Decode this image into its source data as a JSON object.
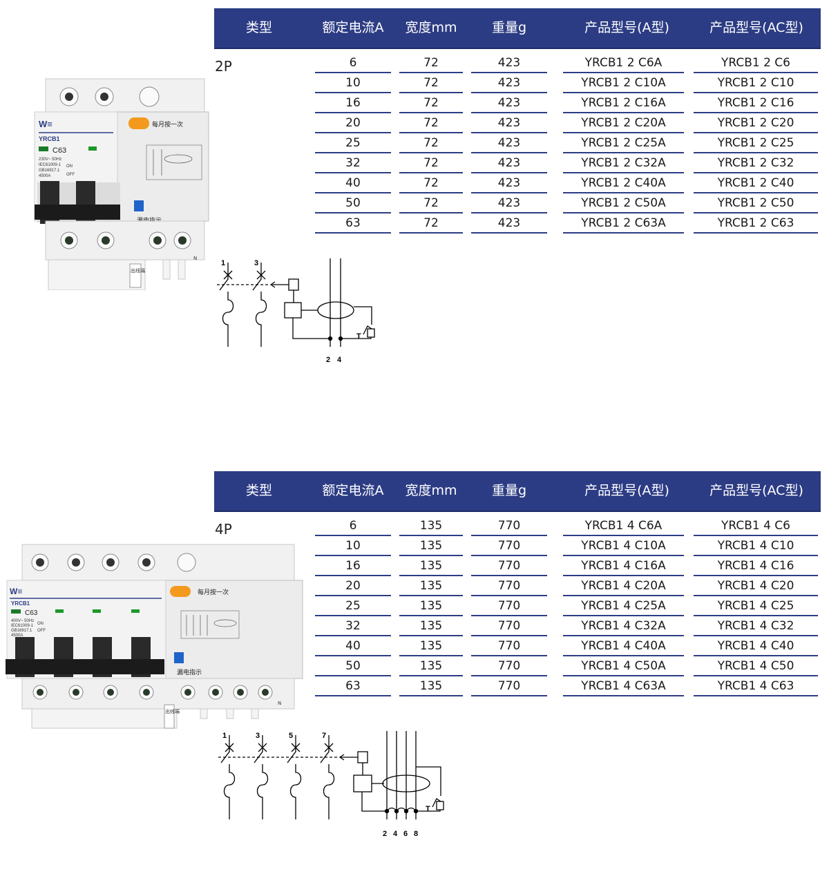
{
  "sections": [
    {
      "id": "2p",
      "pole": "2P",
      "headers": [
        "类型",
        "额定电流A",
        "宽度mm",
        "重量g",
        "产品型号(A型)",
        "产品型号(AC型)"
      ],
      "rows": [
        {
          "current": "6",
          "width": "72",
          "weight": "423",
          "model_a": "YRCB1 2  C6A",
          "model_ac": "YRCB1 2  C6"
        },
        {
          "current": "10",
          "width": "72",
          "weight": "423",
          "model_a": "YRCB1 2  C10A",
          "model_ac": "YRCB1 2  C10"
        },
        {
          "current": "16",
          "width": "72",
          "weight": "423",
          "model_a": "YRCB1 2  C16A",
          "model_ac": "YRCB1 2  C16"
        },
        {
          "current": "20",
          "width": "72",
          "weight": "423",
          "model_a": "YRCB1 2  C20A",
          "model_ac": "YRCB1 2  C20"
        },
        {
          "current": "25",
          "width": "72",
          "weight": "423",
          "model_a": "YRCB1 2  C25A",
          "model_ac": "YRCB1 2  C25"
        },
        {
          "current": "32",
          "width": "72",
          "weight": "423",
          "model_a": "YRCB1 2  C32A",
          "model_ac": "YRCB1 2  C32"
        },
        {
          "current": "40",
          "width": "72",
          "weight": "423",
          "model_a": "YRCB1 2  C40A",
          "model_ac": "YRCB1 2  C40"
        },
        {
          "current": "50",
          "width": "72",
          "weight": "423",
          "model_a": "YRCB1 2  C50A",
          "model_ac": "YRCB1 2  C50"
        },
        {
          "current": "63",
          "width": "72",
          "weight": "423",
          "model_a": "YRCB1 2  C63A",
          "model_ac": "YRCB1 2  C63"
        }
      ],
      "device": {
        "brand": "YRCB1",
        "rating": "C63",
        "spec_lines": [
          "230V~ 50Hz",
          "IEC61009-1",
          "GB16917.1",
          "4500A"
        ],
        "on": "ON",
        "off": "OFF",
        "test_note": "每月按一次",
        "leak_note": "漏电指示",
        "out_label": "出线端",
        "n_label": "N"
      },
      "diagram_terminals_top": [
        "1",
        "3"
      ],
      "diagram_terminals_bottom": [
        "2",
        "4"
      ],
      "test_label": "T"
    },
    {
      "id": "4p",
      "pole": "4P",
      "headers": [
        "类型",
        "额定电流A",
        "宽度mm",
        "重量g",
        "产品型号(A型)",
        "产品型号(AC型)"
      ],
      "rows": [
        {
          "current": "6",
          "width": "135",
          "weight": "770",
          "model_a": "YRCB1 4  C6A",
          "model_ac": "YRCB1 4  C6"
        },
        {
          "current": "10",
          "width": "135",
          "weight": "770",
          "model_a": "YRCB1 4  C10A",
          "model_ac": "YRCB1 4  C10"
        },
        {
          "current": "16",
          "width": "135",
          "weight": "770",
          "model_a": "YRCB1 4  C16A",
          "model_ac": "YRCB1 4  C16"
        },
        {
          "current": "20",
          "width": "135",
          "weight": "770",
          "model_a": "YRCB1 4  C20A",
          "model_ac": "YRCB1 4  C20"
        },
        {
          "current": "25",
          "width": "135",
          "weight": "770",
          "model_a": "YRCB1 4  C25A",
          "model_ac": "YRCB1 4  C25"
        },
        {
          "current": "32",
          "width": "135",
          "weight": "770",
          "model_a": "YRCB1 4  C32A",
          "model_ac": "YRCB1 4  C32"
        },
        {
          "current": "40",
          "width": "135",
          "weight": "770",
          "model_a": "YRCB1 4  C40A",
          "model_ac": "YRCB1 4  C40"
        },
        {
          "current": "50",
          "width": "135",
          "weight": "770",
          "model_a": "YRCB1 4  C50A",
          "model_ac": "YRCB1 4  C50"
        },
        {
          "current": "63",
          "width": "135",
          "weight": "770",
          "model_a": "YRCB1 4  C63A",
          "model_ac": "YRCB1 4  C63"
        }
      ],
      "device": {
        "brand": "YRCB1",
        "rating": "C63",
        "spec_lines": [
          "400V~ 50Hz",
          "IEC61009-1",
          "GB16917.1",
          "4500A"
        ],
        "on": "ON",
        "off": "OFF",
        "test_note": "每月按一次",
        "leak_note": "漏电指示",
        "out_label": "出线端",
        "n_label": "N"
      },
      "diagram_terminals_top": [
        "1",
        "3",
        "5",
        "7"
      ],
      "diagram_terminals_bottom": [
        "2",
        "4",
        "6",
        "8"
      ],
      "test_label": "T"
    }
  ],
  "colors": {
    "header_bg": "#2c3c84",
    "rule": "#2c3c84",
    "test_button": "#f39a1e",
    "leak_indicator": "#1f64c8"
  }
}
